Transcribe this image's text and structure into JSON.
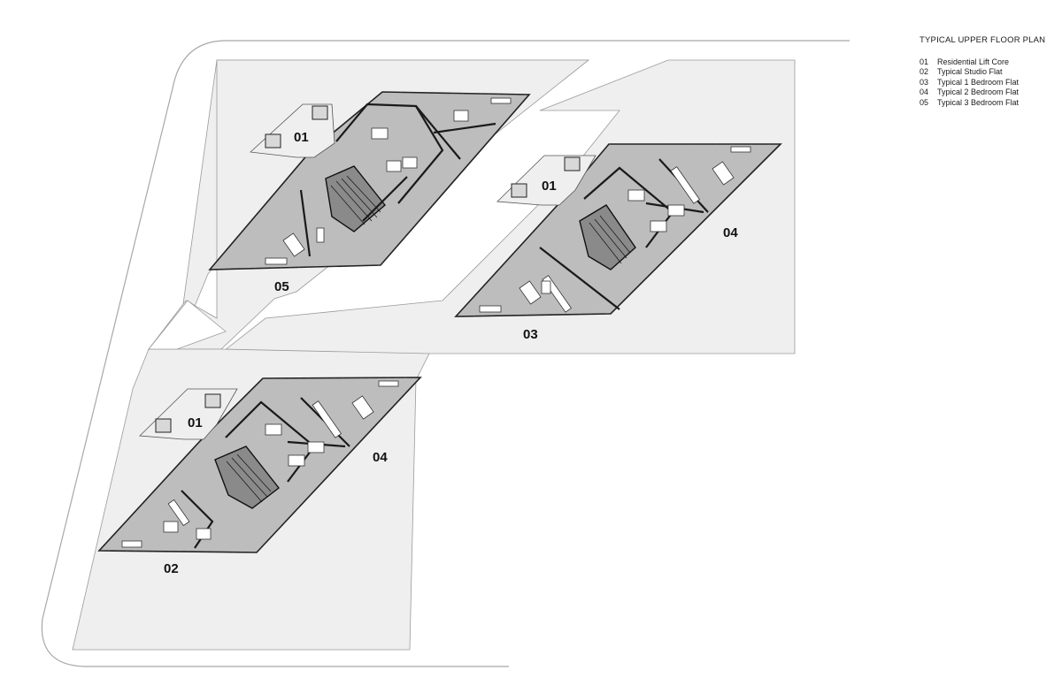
{
  "legend": {
    "title": "TYPICAL UPPER FLOOR PLAN",
    "items": [
      {
        "num": "01",
        "text": "Residential Lift Core"
      },
      {
        "num": "02",
        "text": "Typical Studio Flat"
      },
      {
        "num": "03",
        "text": "Typical 1 Bedroom Flat"
      },
      {
        "num": "04",
        "text": "Typical 2 Bedroom Flat"
      },
      {
        "num": "05",
        "text": "Typical 3 Bedroom Flat"
      }
    ]
  },
  "plan_labels": {
    "top_core": "01",
    "top_flat": "05",
    "right_core": "01",
    "right_flat_a": "04",
    "right_flat_b": "03",
    "bottom_core": "01",
    "bottom_flat_a": "04",
    "bottom_flat_b": "02"
  },
  "colors": {
    "site_fill": "#efefef",
    "floor_fill": "#bdbdbd",
    "core_fill": "#8a8a8a",
    "wall": "#1a1a1a",
    "outline": "#9a9a9a"
  }
}
